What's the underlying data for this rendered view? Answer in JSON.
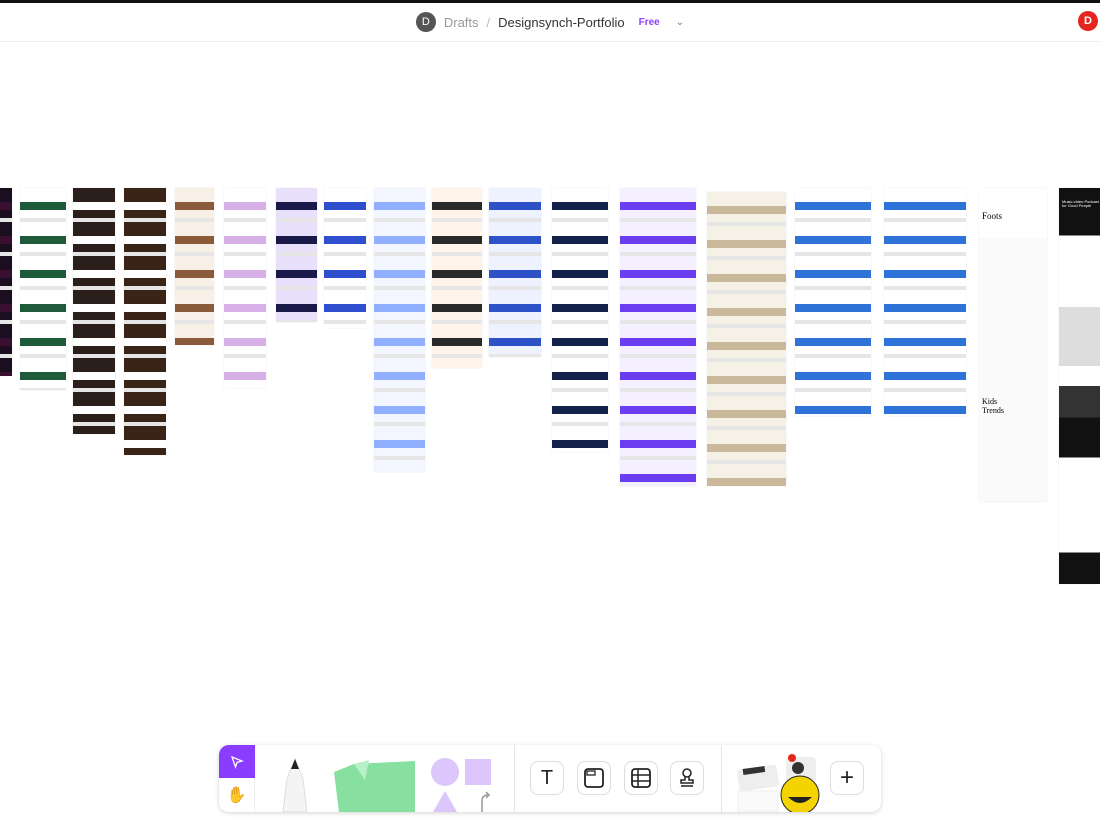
{
  "header": {
    "avatar": "D",
    "breadcrumb_parent": "Drafts",
    "separator": "/",
    "file_name": "Designsynch-Portfolio",
    "plan_badge": "Free",
    "user_avatar": "D"
  },
  "canvas": {
    "thumbnail_headlines": [
      "Foots",
      "Kids Trends",
      "Music-video Podcast for Good People"
    ]
  },
  "toolbar": {
    "tools": [
      "move",
      "hand",
      "pen",
      "sticky-note",
      "shapes",
      "text",
      "section",
      "table",
      "stamp",
      "widgets",
      "add"
    ],
    "accent": "#8b3dff",
    "add_label": "+"
  }
}
